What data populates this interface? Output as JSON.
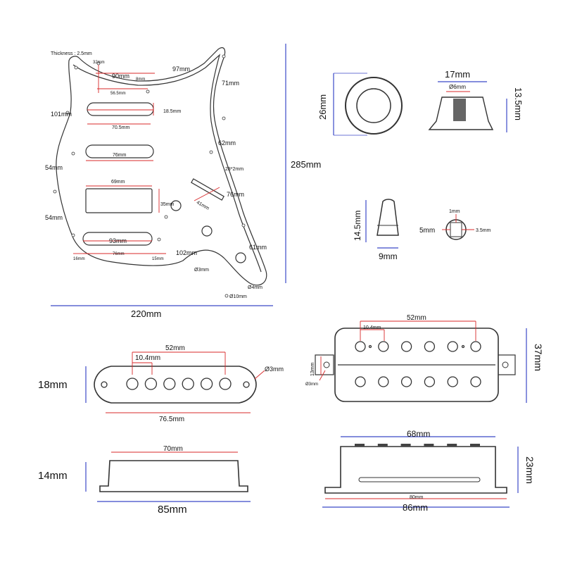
{
  "pickguard": {
    "thickness": "Thickness : 2.5mm",
    "labels": {
      "d32": "32mm",
      "d90": "90mm",
      "d8": "8mm",
      "d97": "97mm",
      "d565": "56.5mm",
      "d71": "71mm",
      "d101": "101mm",
      "d185": "18.5mm",
      "d705": "70.5mm",
      "d62": "62mm",
      "d76a": "76mm",
      "d54a": "54mm",
      "d28x2": "28*2mm",
      "d69": "69mm",
      "d41": "41mm",
      "d76b": "76mm",
      "d35": "35mm",
      "d54b": "54mm",
      "d93": "93mm",
      "d61": "61mm",
      "d16": "16mm",
      "d76c": "76mm",
      "d15": "15mm",
      "d102": "102mm",
      "phi3": "Ø3mm",
      "phi4": "Ø4mm",
      "phi10": "Ø10mm"
    },
    "height": "285mm",
    "width": "220mm"
  },
  "knob": {
    "dia": "26mm",
    "top": "17mm",
    "shaft": "Ø6mm",
    "height": "13.5mm"
  },
  "switch_tip": {
    "height": "14.5mm",
    "width": "9mm",
    "hole": "1mm",
    "outer": "5mm",
    "inner": "3.5mm"
  },
  "single_coil": {
    "spacing": "52mm",
    "pole": "10.4mm",
    "hole": "Ø3mm",
    "height": "18mm",
    "length": "76.5mm"
  },
  "humbucker": {
    "spacing": "52mm",
    "pole": "10.4mm",
    "tab": "13mm",
    "hole": "Ø3mm",
    "height": "37mm"
  },
  "single_side": {
    "inner": "70mm",
    "height": "14mm",
    "length": "85mm"
  },
  "humbucker_side": {
    "top": "68mm",
    "height": "23mm",
    "inner": "80mm",
    "length": "86mm"
  }
}
